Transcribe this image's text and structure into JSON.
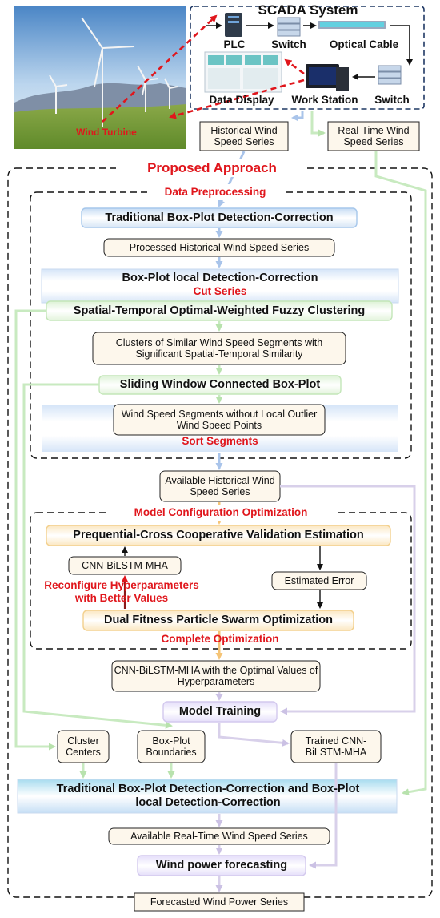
{
  "scada": {
    "title": "SCADA System",
    "plc": "PLC",
    "switch_top": "Switch",
    "optical_cable": "Optical Cable",
    "data_display": "Data Display",
    "work_station": "Work Station",
    "switch_bottom": "Switch",
    "wind_turbine": "Wind Turbine"
  },
  "inputs": {
    "historical": "Historical Wind Speed Series",
    "realtime": "Real-Time Wind Speed Series"
  },
  "approach": {
    "title": "Proposed Approach",
    "preprocessing": {
      "title": "Data Preprocessing",
      "traditional_bp": "Traditional Box-Plot Detection-Correction",
      "processed": "Processed Historical Wind Speed Series",
      "bp_local": "Box-Plot local Detection-Correction",
      "cut_series": "Cut Series",
      "fuzzy": "Spatial-Temporal Optimal-Weighted Fuzzy Clustering",
      "clusters": "Clusters of Similar Wind Speed Segments with Significant Spatial-Temporal Similarity",
      "sliding": "Sliding Window Connected Box-Plot",
      "segments": "Wind Speed Segments without Local Outlier Wind Speed Points",
      "sort_segments": "Sort Segments"
    },
    "available_hist": "Available Historical Wind Speed Series",
    "model_config": {
      "title": "Model Configuration Optimization",
      "pcv": "Prequential-Cross Cooperative Validation Estimation",
      "cnn": "CNN-BiLSTM-MHA",
      "reconfigure": "Reconfigure Hyperparameters with Better Values",
      "estimated_error": "Estimated Error",
      "dfpso": "Dual Fitness Particle Swarm Optimization",
      "complete": "Complete Optimization"
    },
    "optimal_model": "CNN-BiLSTM-MHA with the Optimal Values of Hyperparameters",
    "model_training": "Model Training",
    "cluster_centers": "Cluster Centers",
    "bp_boundaries": "Box-Plot Boundaries",
    "trained_model": "Trained CNN-BiLSTM-MHA",
    "combined_bp": "Traditional Box-Plot Detection-Correction and Box-Plot local Detection-Correction",
    "available_rt": "Available Real-Time Wind Speed Series",
    "forecasting": "Wind power forecasting"
  },
  "output": "Forecasted Wind Power Series",
  "colors": {
    "red": "#e0161c",
    "blue_line": "#a9c4ea",
    "green_line": "#c8eac0",
    "purple_line": "#d8d0ea",
    "orange_line": "#f5c476",
    "box_fill": "#fdf7ec"
  }
}
